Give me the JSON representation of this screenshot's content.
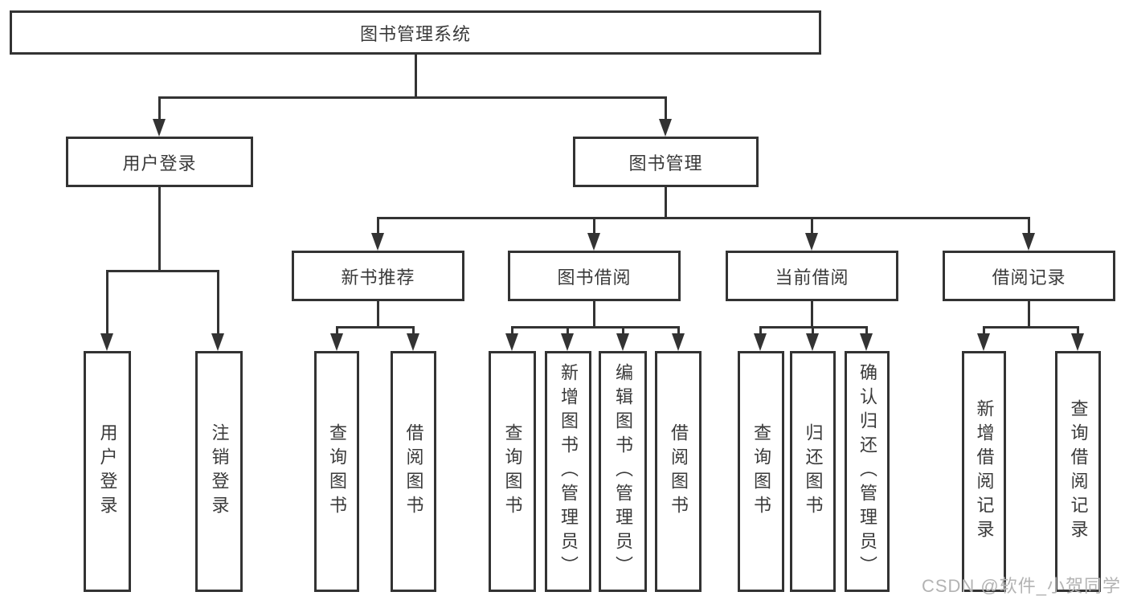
{
  "diagram": {
    "root": {
      "label": "图书管理系统"
    },
    "level2": {
      "user_login": {
        "label": "用户登录"
      },
      "book_mgmt": {
        "label": "图书管理"
      }
    },
    "level3": {
      "new_book_rec": {
        "label": "新书推荐"
      },
      "book_borrow": {
        "label": "图书借阅"
      },
      "current_borrow": {
        "label": "当前借阅"
      },
      "borrow_record": {
        "label": "借阅记录"
      }
    },
    "leaves": {
      "user_login": [
        "用户登录",
        "注销登录"
      ],
      "new_book_rec": [
        "查询图书",
        "借阅图书"
      ],
      "book_borrow": [
        "查询图书",
        "新增图书（管理员）",
        "编辑图书（管理员）",
        "借阅图书"
      ],
      "current_borrow": [
        "查询图书",
        "归还图书",
        "确认归还（管理员）"
      ],
      "borrow_record": [
        "新增借阅记录",
        "查询借阅记录"
      ]
    },
    "watermark": "CSDN @软件_小贺同学",
    "colors": {
      "line": "#333333",
      "text": "#3a3a3a",
      "watermark": "#b3b3b3",
      "background": "#ffffff"
    }
  }
}
